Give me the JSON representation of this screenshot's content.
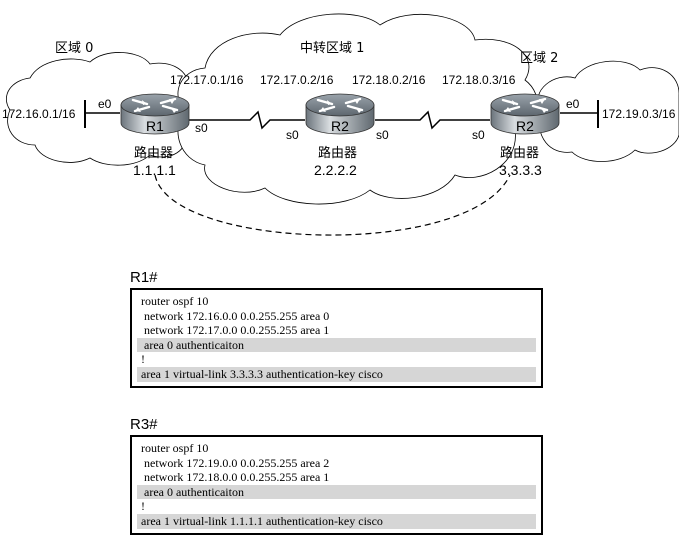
{
  "diagram": {
    "areas": {
      "area0": "区域 0",
      "transit": "中转区域 1",
      "area2": "区域 2"
    },
    "left_net": "172.16.0.1/16",
    "right_net": "172.19.0.3/16",
    "links": {
      "r1_s0_ip": "172.17.0.1/16",
      "r2_s0_ip": "172.17.0.2/16",
      "r2_s0b_ip": "172.18.0.2/16",
      "r3_s0_ip": "172.18.0.3/16"
    },
    "routers": [
      {
        "name": "R1",
        "label": "路由器",
        "id": "1.1.1.1",
        "ports": [
          "e0",
          "s0"
        ]
      },
      {
        "name": "R2",
        "label": "路由器",
        "id": "2.2.2.2",
        "ports": [
          "s0",
          "s0"
        ]
      },
      {
        "name": "R2",
        "label": "路由器",
        "id": "3.3.3.3",
        "ports": [
          "s0",
          "e0"
        ]
      }
    ]
  },
  "configs": [
    {
      "title": "R1#",
      "lines": [
        {
          "text": "router ospf 10",
          "highlight": false
        },
        {
          "text": " network 172.16.0.0 0.0.255.255 area 0",
          "highlight": false
        },
        {
          "text": " network 172.17.0.0 0.0.255.255 area 1",
          "highlight": false
        },
        {
          "text": " area 0 authenticaiton",
          "highlight": true
        },
        {
          "text": "!",
          "highlight": false
        },
        {
          "text": "area 1 virtual-link 3.3.3.3 authentication-key cisco",
          "highlight": true
        }
      ]
    },
    {
      "title": "R3#",
      "lines": [
        {
          "text": "router ospf 10",
          "highlight": false
        },
        {
          "text": " network 172.19.0.0 0.0.255.255 area 2",
          "highlight": false
        },
        {
          "text": " network 172.18.0.0 0.0.255.255 area 1",
          "highlight": false
        },
        {
          "text": " area 0 authenticaiton",
          "highlight": true
        },
        {
          "text": "!",
          "highlight": false
        },
        {
          "text": "area 1 virtual-link 1.1.1.1 authentication-key cisco",
          "highlight": true
        }
      ]
    }
  ]
}
